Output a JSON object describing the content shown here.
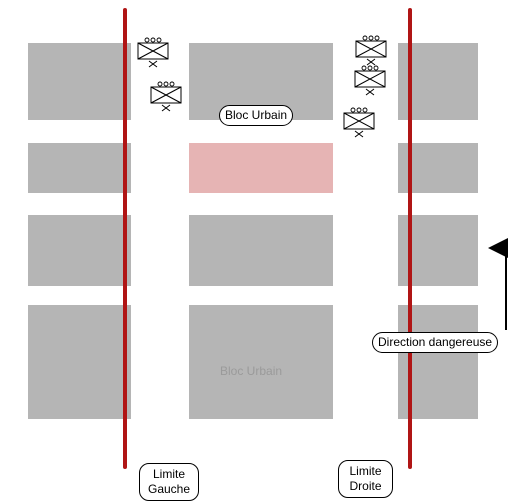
{
  "labels": {
    "bloc_urbain_top": "Bloc Urbain",
    "bloc_urbain_faint": "Bloc Urbain",
    "direction": "Direction dangereuse",
    "limite_gauche_line1": "Limite",
    "limite_gauche_line2": "Gauche",
    "limite_droite_line1": "Limite",
    "limite_droite_line2": "Droite"
  },
  "colors": {
    "block": "#b5b5b5",
    "highlight_block": "#e6b4b4",
    "limit_line": "#b01515"
  },
  "icons": {
    "unit_symbol": "barracks-sign-icon",
    "arrow": "arrow-up-icon"
  }
}
